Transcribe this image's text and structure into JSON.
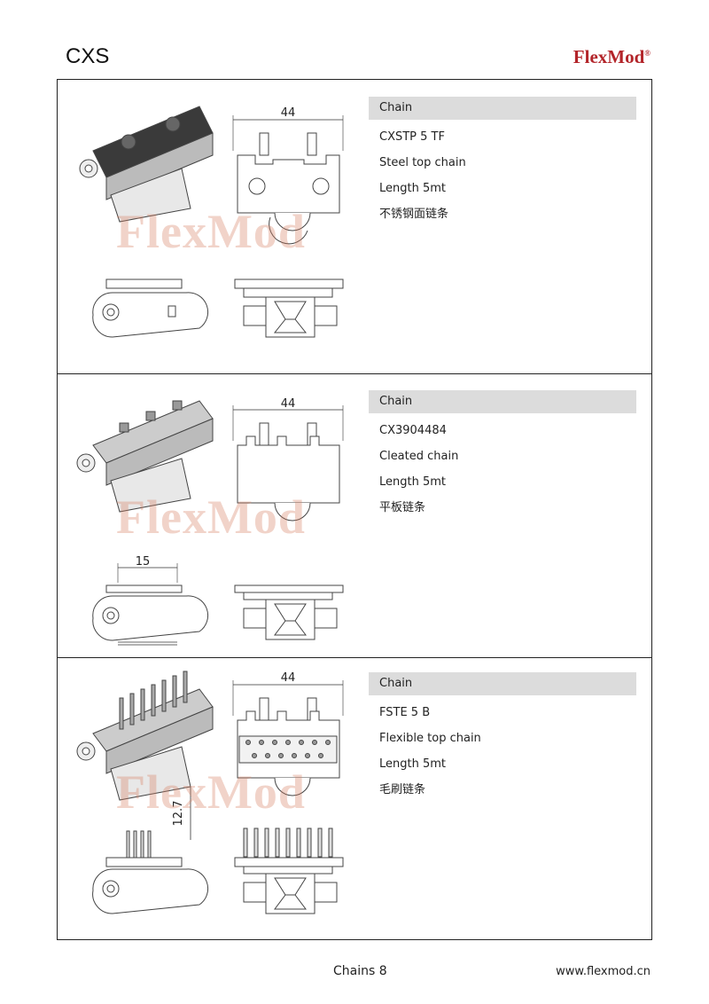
{
  "header": {
    "code": "CXS",
    "brand": "FlexMod",
    "brand_mark": "®"
  },
  "watermark": "FlexMod",
  "panels": [
    {
      "info_title": "Chain",
      "model": "CXSTP 5 TF",
      "type": "Steel top chain",
      "length": "Length 5mt",
      "chinese": "不锈钢面链条",
      "dims": [
        "44"
      ]
    },
    {
      "info_title": "Chain",
      "model": "CX3904484",
      "type": "Cleated    chain",
      "length": "Length 5mt",
      "chinese": "平板链条",
      "dims": [
        "44",
        "15"
      ]
    },
    {
      "info_title": "Chain",
      "model": "FSTE   5 B",
      "type": "Flexible top chain",
      "length": "Length 5mt",
      "chinese": "毛刷链条",
      "dims": [
        "44",
        "12.7"
      ]
    }
  ],
  "footer": {
    "page": "Chains 8",
    "url": "www.flexmod.cn"
  }
}
